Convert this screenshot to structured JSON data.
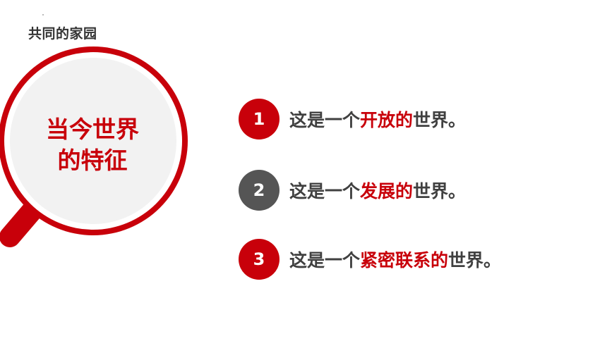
{
  "header": {
    "title": "共同的家园"
  },
  "magnifier": {
    "title_line1": "当今世界",
    "title_line2": "的特征"
  },
  "points": [
    {
      "number": "1",
      "prefix": "这是一个",
      "highlight": "开放的",
      "suffix": "世界。"
    },
    {
      "number": "2",
      "prefix": "这是一个",
      "highlight": "发展的",
      "suffix": "世界。"
    },
    {
      "number": "3",
      "prefix": "这是一个",
      "highlight": "紧密联系的",
      "suffix": "世界。"
    }
  ],
  "colors": {
    "accent": "#c8000a",
    "number_gray": "#555555",
    "text": "#404040",
    "lens_fill": "#f2f2f2"
  }
}
